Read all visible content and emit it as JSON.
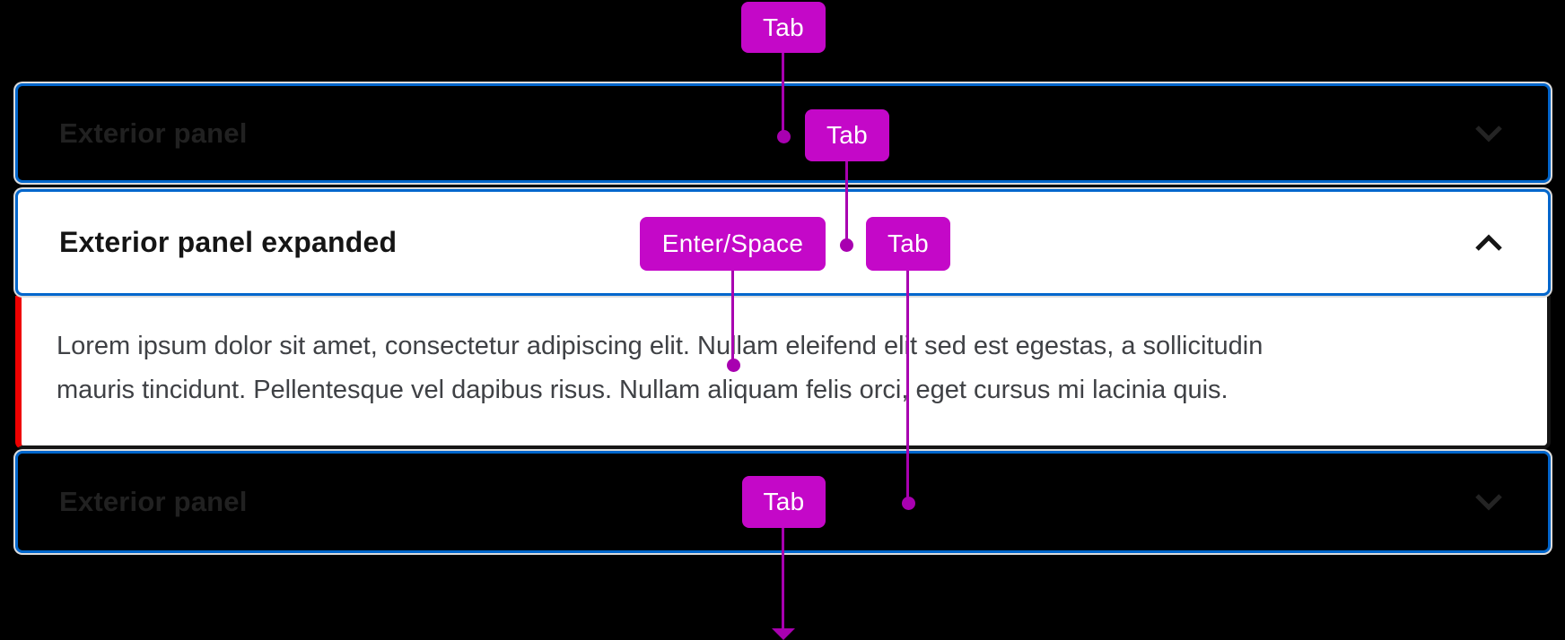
{
  "accordion": {
    "panels": [
      {
        "title": "Exterior panel",
        "state": "collapsed",
        "chevron": "down"
      },
      {
        "title": "Exterior panel expanded",
        "state": "expanded",
        "chevron": "up",
        "content_lines": [
          "Lorem ipsum dolor sit amet, consectetur adipiscing elit. Nullam eleifend elit sed est egestas, a sollicitudin",
          "mauris tincidunt. Pellentesque vel dapibus risus. Nullam aliquam felis orci, eget cursus mi lacinia quis."
        ]
      },
      {
        "title": "Exterior panel",
        "state": "collapsed",
        "chevron": "down"
      }
    ]
  },
  "annotations": {
    "badges": [
      {
        "label": "Tab"
      },
      {
        "label": "Tab"
      },
      {
        "label": "Enter/Space"
      },
      {
        "label": "Tab"
      },
      {
        "label": "Tab"
      }
    ]
  },
  "colors": {
    "background": "#000000",
    "focus_outline_blue": "#0066CC",
    "panel_outer_ring": "#DCDCDC",
    "badge_magenta": "#C408C8",
    "connector_magenta": "#A800B0",
    "content_accent_red": "#EE0000",
    "content_edge_dark": "#151515",
    "collapsed_title": "#212121",
    "expanded_title": "#151515",
    "body_text": "#3F4145",
    "badge_text": "#FFFFFF"
  }
}
